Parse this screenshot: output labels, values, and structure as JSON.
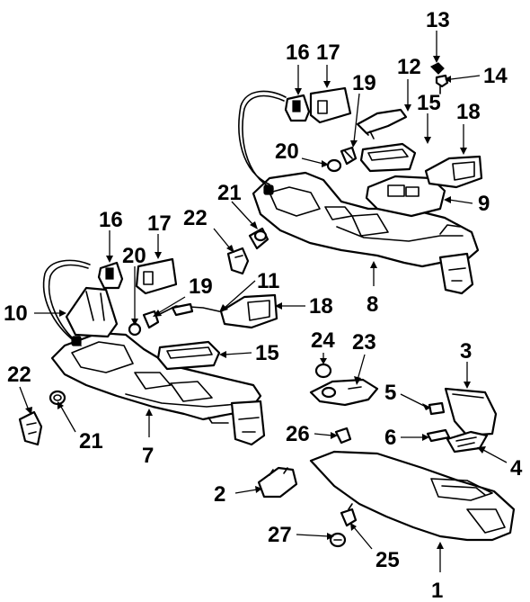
{
  "callouts": [
    {
      "id": "c1",
      "text": "1"
    },
    {
      "id": "c2",
      "text": "2"
    },
    {
      "id": "c3",
      "text": "3"
    },
    {
      "id": "c4",
      "text": "4"
    },
    {
      "id": "c5",
      "text": "5"
    },
    {
      "id": "c6",
      "text": "6"
    },
    {
      "id": "c7",
      "text": "7"
    },
    {
      "id": "c8",
      "text": "8"
    },
    {
      "id": "c9",
      "text": "9"
    },
    {
      "id": "c10",
      "text": "10"
    },
    {
      "id": "c11",
      "text": "11"
    },
    {
      "id": "c12",
      "text": "12"
    },
    {
      "id": "c13",
      "text": "13"
    },
    {
      "id": "c14",
      "text": "14"
    },
    {
      "id": "c15a",
      "text": "15"
    },
    {
      "id": "c15b",
      "text": "15"
    },
    {
      "id": "c16a",
      "text": "16"
    },
    {
      "id": "c16b",
      "text": "16"
    },
    {
      "id": "c17a",
      "text": "17"
    },
    {
      "id": "c17b",
      "text": "17"
    },
    {
      "id": "c18a",
      "text": "18"
    },
    {
      "id": "c18b",
      "text": "18"
    },
    {
      "id": "c19a",
      "text": "19"
    },
    {
      "id": "c19b",
      "text": "19"
    },
    {
      "id": "c20a",
      "text": "20"
    },
    {
      "id": "c20b",
      "text": "20"
    },
    {
      "id": "c21a",
      "text": "21"
    },
    {
      "id": "c21b",
      "text": "21"
    },
    {
      "id": "c22a",
      "text": "22"
    },
    {
      "id": "c22b",
      "text": "22"
    },
    {
      "id": "c23",
      "text": "23"
    },
    {
      "id": "c24",
      "text": "24"
    },
    {
      "id": "c25",
      "text": "25"
    },
    {
      "id": "c26",
      "text": "26"
    },
    {
      "id": "c27",
      "text": "27"
    }
  ]
}
